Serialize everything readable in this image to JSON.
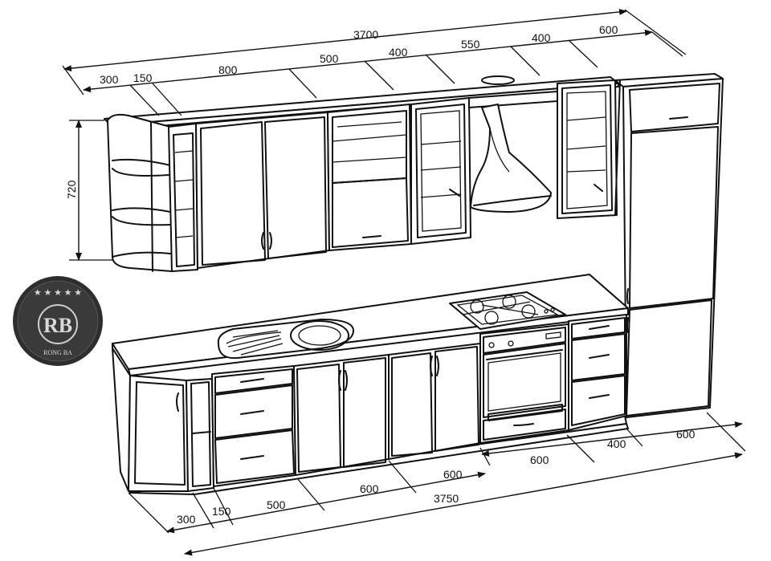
{
  "dimensions": {
    "top": {
      "total": "3700",
      "segments": [
        "300",
        "150",
        "800",
        "500",
        "400",
        "550",
        "400",
        "600"
      ]
    },
    "height": "720",
    "bottom": {
      "total": "3750",
      "segments_upper": [
        "600",
        "400",
        "600"
      ],
      "segments_lower": [
        "300",
        "150",
        "500",
        "600",
        "600"
      ]
    }
  },
  "logo": {
    "initials": "RB",
    "name": "RONG BA",
    "stars": "★ ★ ★ ★ ★"
  }
}
